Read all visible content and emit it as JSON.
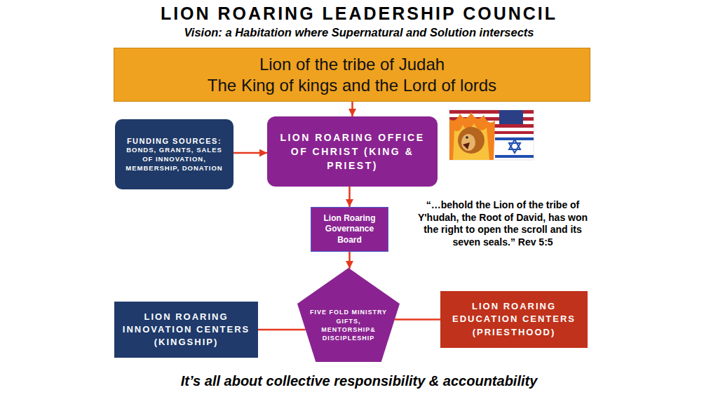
{
  "diagram": {
    "title": "LION ROARING LEADERSHIP COUNCIL",
    "caption": "It’s all about collective responsibility & accountability",
    "nodes": [
      {
        "text": [
          "Lion of the tribe of Judah",
          "The King of kings and the Lord of lords"
        ]
      },
      {
        "text": [
          "FUNDING SOURCES:",
          "BONDS, GRANTS, SALES OF INNOVATION, MEMBERSHIP, DONATION"
        ]
      },
      {
        "text": [
          "LION ROARING OFFICE OF CHRIST (KING & PRIEST)"
        ]
      },
      {
        "text": [
          "Lion Roaring Governance Board"
        ]
      },
      {
        "text": [
          "FIVE FOLD MINISTRY GIFTS, MENTORSHIP& DISCIPLESHIP"
        ]
      },
      {
        "text": [
          "LION ROARING INNOVATION CENTERS (KINGSHIP)"
        ]
      },
      {
        "text": [
          "LION ROARING EDUCATION CENTERS (PRIESTHOOD)"
        ]
      }
    ],
    "edges": [
      {
        "from": 0,
        "to": 2,
        "arrow": "to"
      },
      {
        "from": 1,
        "to": 2,
        "arrow": "to"
      },
      {
        "from": 2,
        "to": 3,
        "arrow": "to"
      },
      {
        "from": 3,
        "to": 4,
        "arrow": "to"
      },
      {
        "from": 5,
        "to": 4,
        "arrow": "none"
      },
      {
        "from": 4,
        "to": 6,
        "arrow": "none"
      }
    ],
    "labels": [
      "Vision: a Habitation where Supernatural and Solution intersects",
      "“…behold the Lion of the tribe of Y'hudah, the Root of David, has won the right to open the scroll and its seven seals.” Rev 5:5"
    ]
  }
}
